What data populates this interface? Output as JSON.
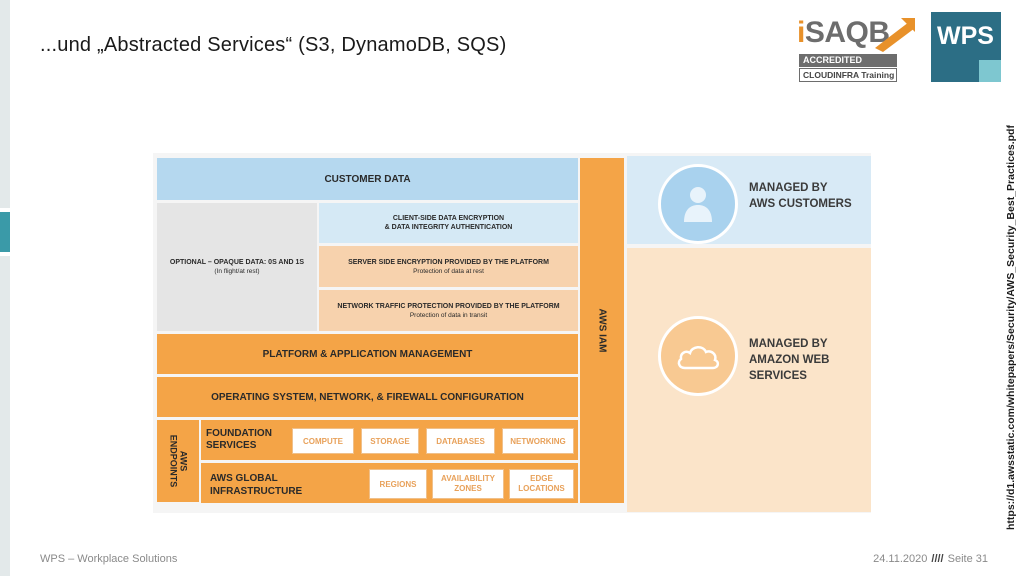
{
  "slide": {
    "title": "...und „Abstracted Services“ (S3, DynamoDB, SQS)",
    "footer_left": "WPS – Workplace Solutions",
    "footer_date": "24.11.2020",
    "footer_sep": "////",
    "footer_page": "Seite 31",
    "source_url": "https://d1.awsstatic.com/whitepapers/Security/AWS_Security_Best_Practices.pdf"
  },
  "logos": {
    "isaqb_i": "i",
    "isaqb_rest": "SAQB",
    "isaqb_accredited": "ACCREDITED",
    "isaqb_training": "CLOUDINFRA Training",
    "wps": "WPS",
    "colors": {
      "isaqb_orange": "#e8912a",
      "isaqb_gray": "#6d6d6d",
      "wps_blue": "#2c6e85",
      "wps_accent": "#7ec7d0"
    }
  },
  "diagram": {
    "customer_data": "CUSTOMER DATA",
    "optional": "OPTIONAL – OPAQUE DATA: 0S AND 1S",
    "optional_sub": "(In flight/at rest)",
    "client_side_1": "CLIENT-SIDE DATA ENCRYPTION",
    "client_side_2": "& DATA INTEGRITY AUTHENTICATION",
    "server_side": "SERVER SIDE ENCRYPTION PROVIDED BY THE PLATFORM",
    "server_side_sub": "Protection of data at rest",
    "network": "NETWORK TRAFFIC PROTECTION PROVIDED BY THE PLATFORM",
    "network_sub": "Protection of data in transit",
    "platform": "PLATFORM & APPLICATION MANAGEMENT",
    "os": "OPERATING SYSTEM, NETWORK, & FIREWALL CONFIGURATION",
    "aws_iam": "AWS IAM",
    "endpoints_1": "AWS",
    "endpoints_2": "ENDPOINTS",
    "foundation_1": "FOUNDATION",
    "foundation_2": "SERVICES",
    "foundation_items": [
      "COMPUTE",
      "STORAGE",
      "DATABASES",
      "NETWORKING"
    ],
    "global_1": "AWS GLOBAL",
    "global_2": "INFRASTRUCTURE",
    "global_items": [
      {
        "l1": "REGIONS",
        "l2": ""
      },
      {
        "l1": "AVAILABILITY",
        "l2": "ZONES"
      },
      {
        "l1": "EDGE",
        "l2": "LOCATIONS"
      }
    ],
    "managed_customers_1": "MANAGED BY",
    "managed_customers_2": "AWS CUSTOMERS",
    "managed_aws_1": "MANAGED BY",
    "managed_aws_2": "AMAZON WEB",
    "managed_aws_3": "SERVICES",
    "icons": [
      "user-icon",
      "cloud-icon"
    ],
    "colors": {
      "blue": "#b5d8ef",
      "orange": "#f4a447",
      "peach": "#f7d2ad",
      "cream": "#fae2c6"
    }
  }
}
